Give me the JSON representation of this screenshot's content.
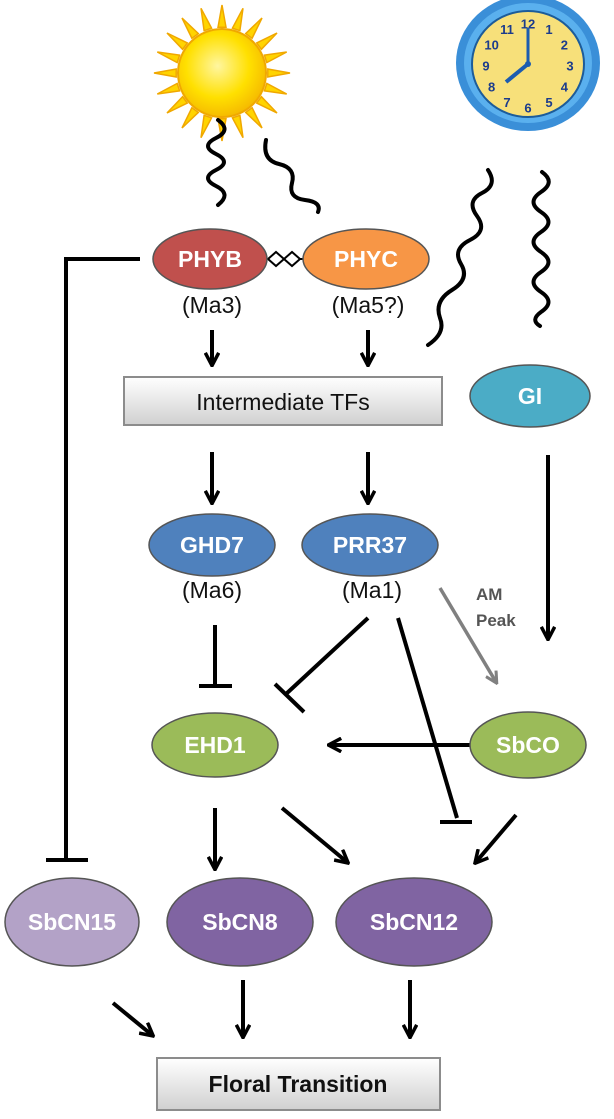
{
  "nodes": {
    "phyb": {
      "label": "PHYB",
      "sub": "(Ma3)",
      "color": "#C0504D"
    },
    "phyc": {
      "label": "PHYC",
      "sub": "(Ma5?)",
      "color": "#F79646"
    },
    "ghd7": {
      "label": "GHD7",
      "sub": "(Ma6)",
      "color": "#4F81BD"
    },
    "prr37": {
      "label": "PRR37",
      "sub": "(Ma1)",
      "color": "#4F81BD"
    },
    "gi": {
      "label": "GI",
      "color": "#4BACC6"
    },
    "ehd1": {
      "label": "EHD1",
      "color": "#9BBB59"
    },
    "sbco": {
      "label": "SbCO",
      "color": "#9BBB59"
    },
    "sbcn15": {
      "label": "SbCN15",
      "color": "#B3A2C7"
    },
    "sbcn8": {
      "label": "SbCN8",
      "color": "#8064A2"
    },
    "sbcn12": {
      "label": "SbCN12",
      "color": "#8064A2"
    }
  },
  "boxes": {
    "intermediate": "Intermediate TFs",
    "floral": "Floral Transition"
  },
  "annotation": {
    "line1": "AM",
    "line2": "Peak"
  },
  "icons": {
    "sun": "sun-icon",
    "clock": "clock-icon"
  },
  "clock_numbers": [
    "12",
    "1",
    "2",
    "3",
    "4",
    "5",
    "6",
    "7",
    "8",
    "9",
    "10",
    "11"
  ]
}
